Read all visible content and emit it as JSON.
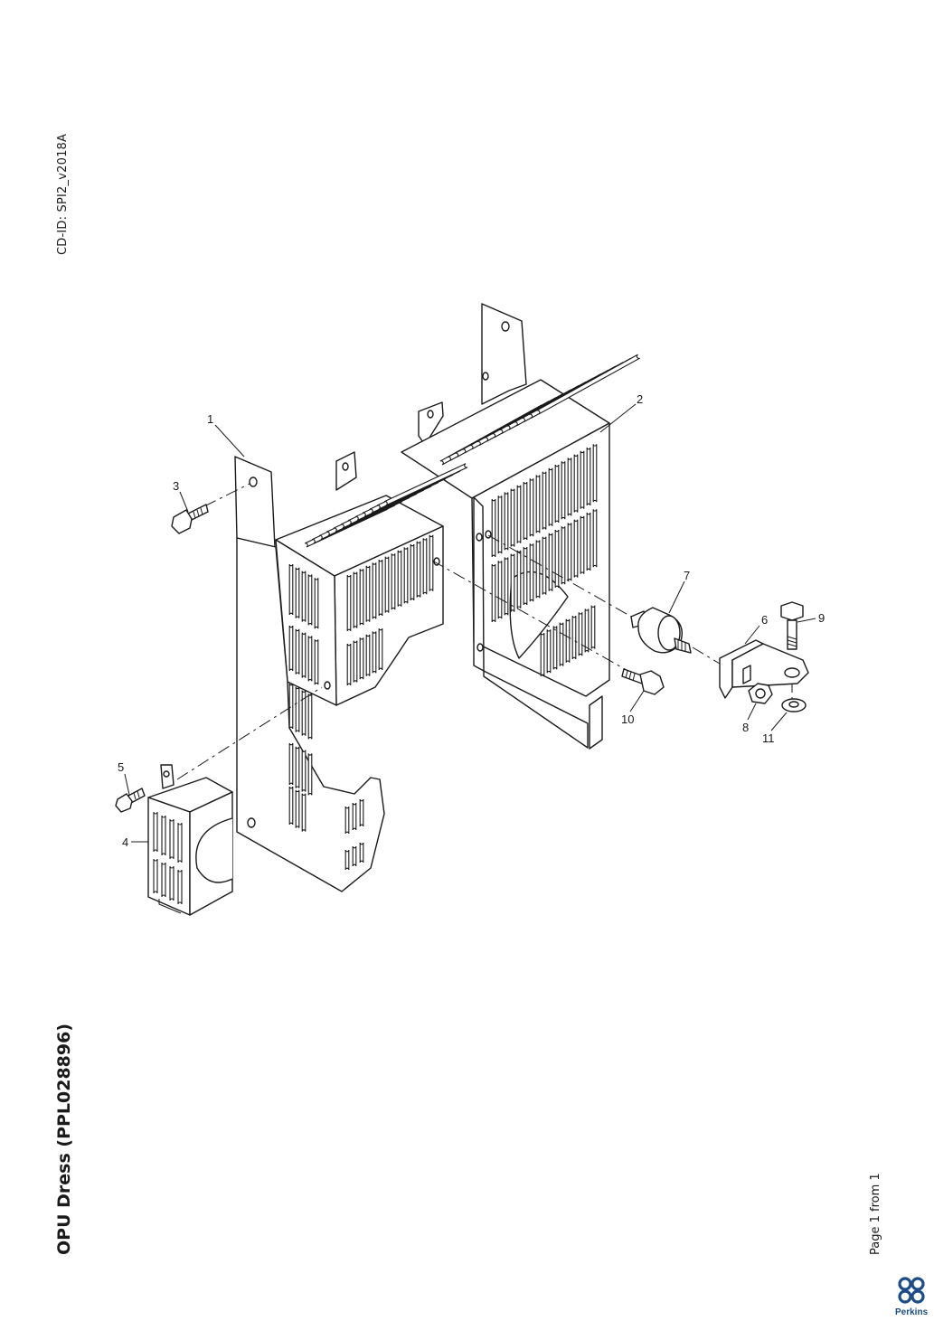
{
  "sidebar_left": {
    "cd_id": "CD-ID: SPI2_v2018A",
    "title": "OPU Dress (PPL028896)"
  },
  "sidebar_right": {
    "page_indicator": "Page 1 from 1"
  },
  "logo": {
    "brand": "Perkins",
    "color": "#1d4c86"
  },
  "diagram": {
    "callouts": [
      "1",
      "2",
      "3",
      "4",
      "5",
      "6",
      "7",
      "8",
      "9",
      "10",
      "11"
    ]
  }
}
